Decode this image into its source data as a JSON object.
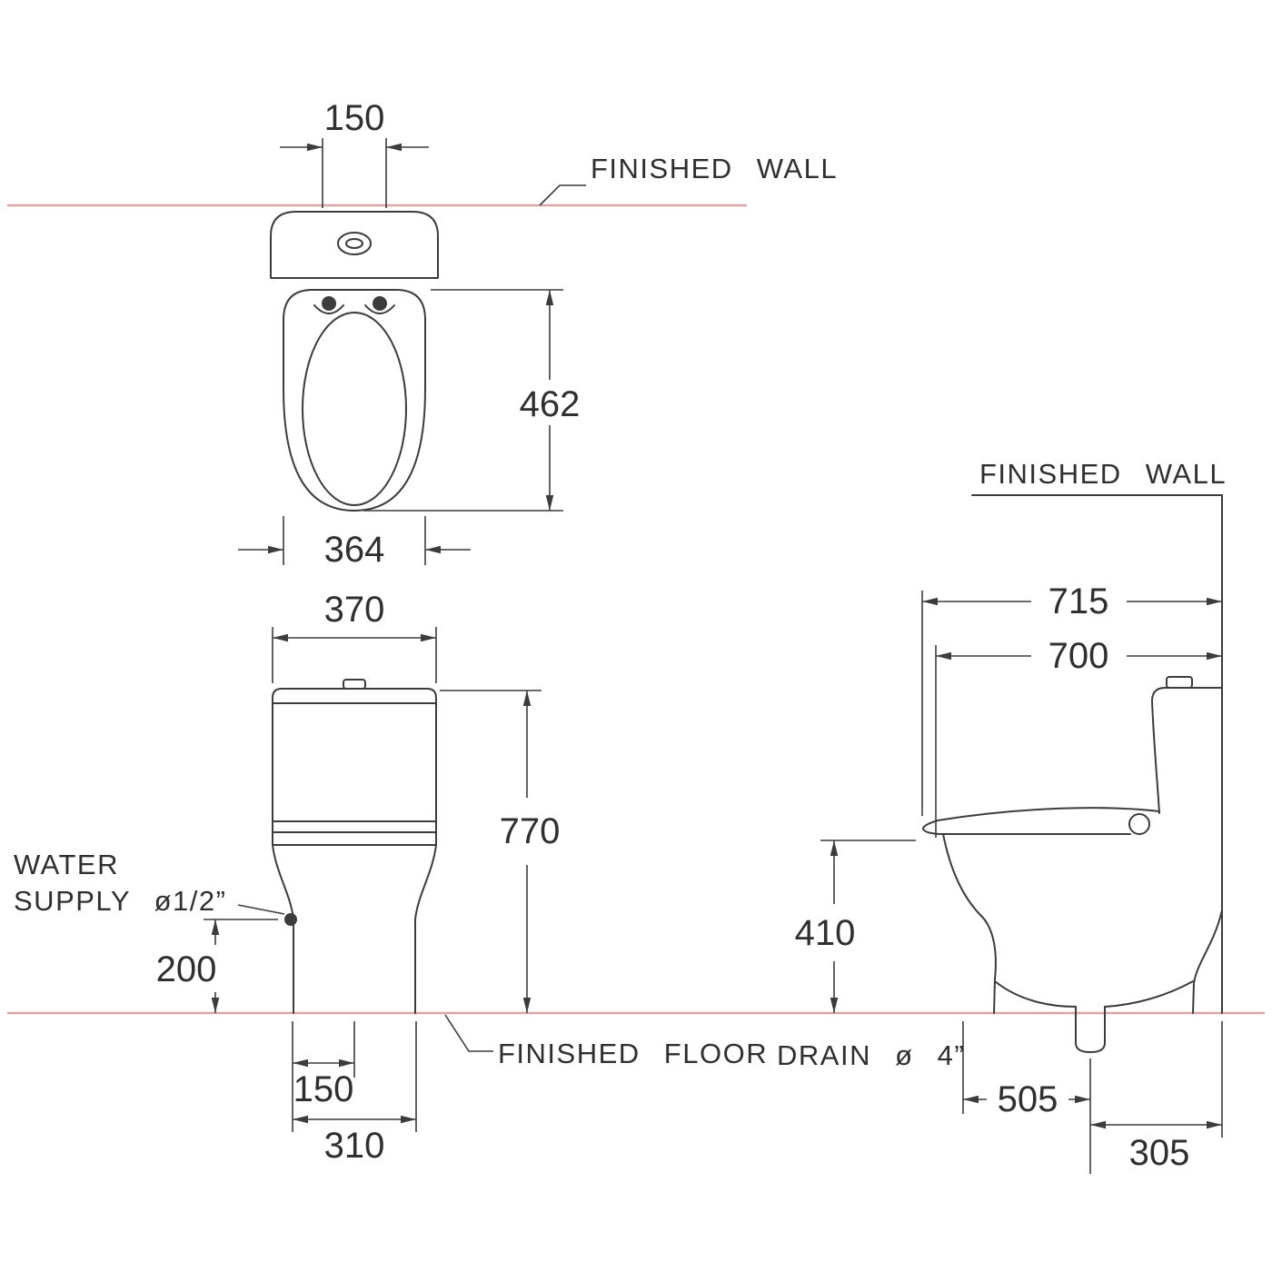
{
  "drawing": {
    "reference_labels": {
      "finished_wall_top": "FINISHED WALL",
      "finished_wall_side": "FINISHED WALL",
      "finished_floor": "FINISHED FLOOR"
    },
    "annotations": {
      "water_supply_line1": "WATER",
      "water_supply_line2": "SUPPLY ø1/2”",
      "drain": "DRAIN ø 4”"
    },
    "dimensions_mm": {
      "top_view": {
        "button_spread": "150",
        "seat_length": "462",
        "seat_width": "364"
      },
      "front_view": {
        "tank_width": "370",
        "overall_height": "770",
        "water_supply_height": "200",
        "supply_offset": "150",
        "base_width": "310"
      },
      "side_view": {
        "overall_depth": "715",
        "bowl_depth": "700",
        "rim_height": "410",
        "drain_to_front": "505",
        "drain_to_wall": "305"
      }
    },
    "colors": {
      "line": "#3c3c3c",
      "reference_line": "#d9a6a6",
      "background": "#ffffff"
    }
  }
}
